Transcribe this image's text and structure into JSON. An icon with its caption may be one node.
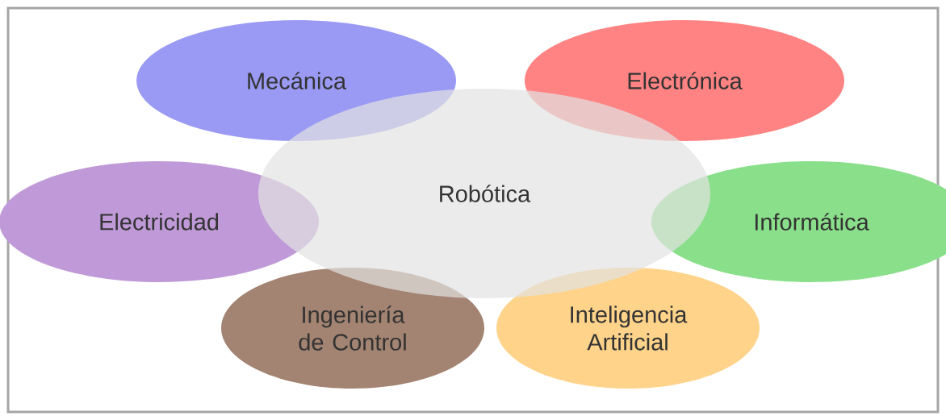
{
  "diagram": {
    "nodes": [
      {
        "text": [
          "Robótica"
        ]
      },
      {
        "text": [
          "Mecánica"
        ]
      },
      {
        "text": [
          "Electrónica"
        ]
      },
      {
        "text": [
          "Electricidad"
        ]
      },
      {
        "text": [
          "Informática"
        ]
      },
      {
        "text": [
          "Ingeniería de Control"
        ]
      },
      {
        "text": [
          "Inteligencia Artificial"
        ]
      }
    ]
  }
}
